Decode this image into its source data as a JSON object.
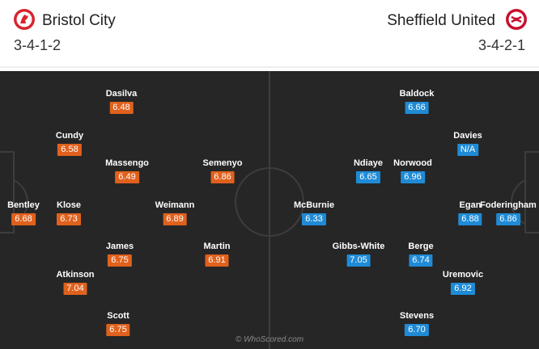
{
  "home": {
    "name": "Bristol City",
    "formation": "3-4-1-2",
    "color": "#e0611d",
    "crest_icon": "bristol-city-crest-icon",
    "players": [
      {
        "name": "Dasilva",
        "rating": "6.48"
      },
      {
        "name": "Cundy",
        "rating": "6.58"
      },
      {
        "name": "Massengo",
        "rating": "6.49"
      },
      {
        "name": "Semenyo",
        "rating": "6.86"
      },
      {
        "name": "Bentley",
        "rating": "6.68"
      },
      {
        "name": "Klose",
        "rating": "6.73"
      },
      {
        "name": "Weimann",
        "rating": "6.89"
      },
      {
        "name": "James",
        "rating": "6.75"
      },
      {
        "name": "Martin",
        "rating": "6.91"
      },
      {
        "name": "Atkinson",
        "rating": "7.04"
      },
      {
        "name": "Scott",
        "rating": "6.75"
      }
    ]
  },
  "away": {
    "name": "Sheffield United",
    "formation": "3-4-2-1",
    "color": "#1f8bd6",
    "crest_icon": "sheffield-united-crest-icon",
    "players": [
      {
        "name": "Baldock",
        "rating": "6.66"
      },
      {
        "name": "Davies",
        "rating": "N/A"
      },
      {
        "name": "Ndiaye",
        "rating": "6.65"
      },
      {
        "name": "Norwood",
        "rating": "6.96"
      },
      {
        "name": "McBurnie",
        "rating": "6.33"
      },
      {
        "name": "Egan",
        "rating": "6.88"
      },
      {
        "name": "Foderingham",
        "rating": "6.86"
      },
      {
        "name": "Gibbs-White",
        "rating": "7.05"
      },
      {
        "name": "Berge",
        "rating": "6.74"
      },
      {
        "name": "Uremovic",
        "rating": "6.92"
      },
      {
        "name": "Stevens",
        "rating": "6.70"
      }
    ]
  },
  "pitch": {
    "background": "#262626",
    "line_color": "#3d3d3d"
  },
  "watermark": "© WhoScored.com"
}
